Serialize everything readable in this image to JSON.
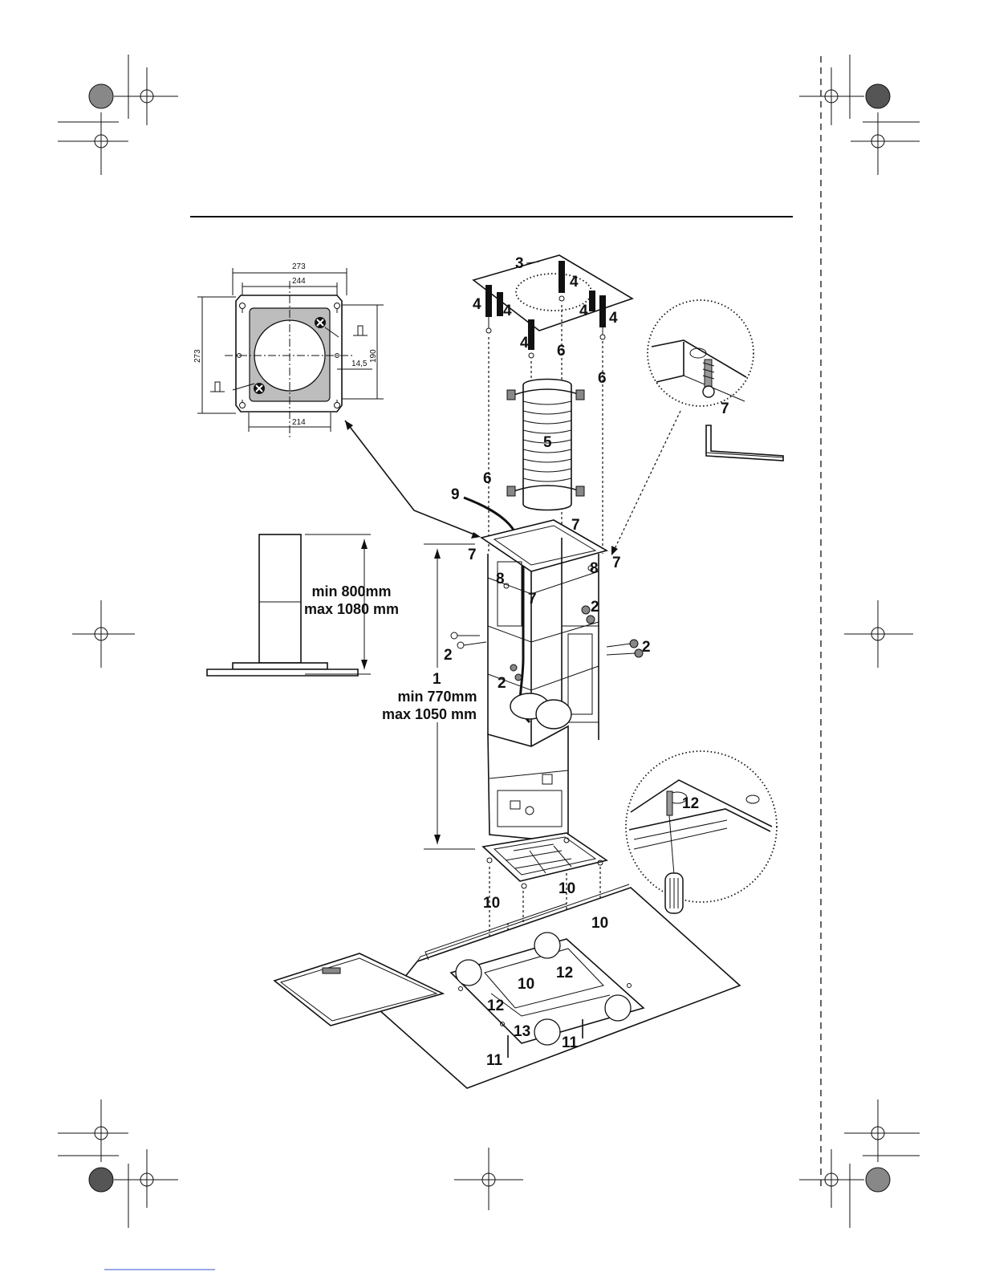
{
  "labels": {
    "n1": "1",
    "n2": "2",
    "n3": "3",
    "n4": "4",
    "n5": "5",
    "n6": "6",
    "n7": "7",
    "n8": "8",
    "n9": "9",
    "n10": "10",
    "n11": "11",
    "n12": "12",
    "n13": "13"
  },
  "plate_dimensions": {
    "outer_width": "273",
    "inner_width": "244",
    "outer_height": "273",
    "hole_spacing": "190",
    "offset": "14,5",
    "bottom_width": "214"
  },
  "side_view": {
    "min_height": "min 800mm",
    "max_height": "max 1080 mm"
  },
  "frame": {
    "min_height": "min 770mm",
    "max_height": "max 1050 mm"
  }
}
